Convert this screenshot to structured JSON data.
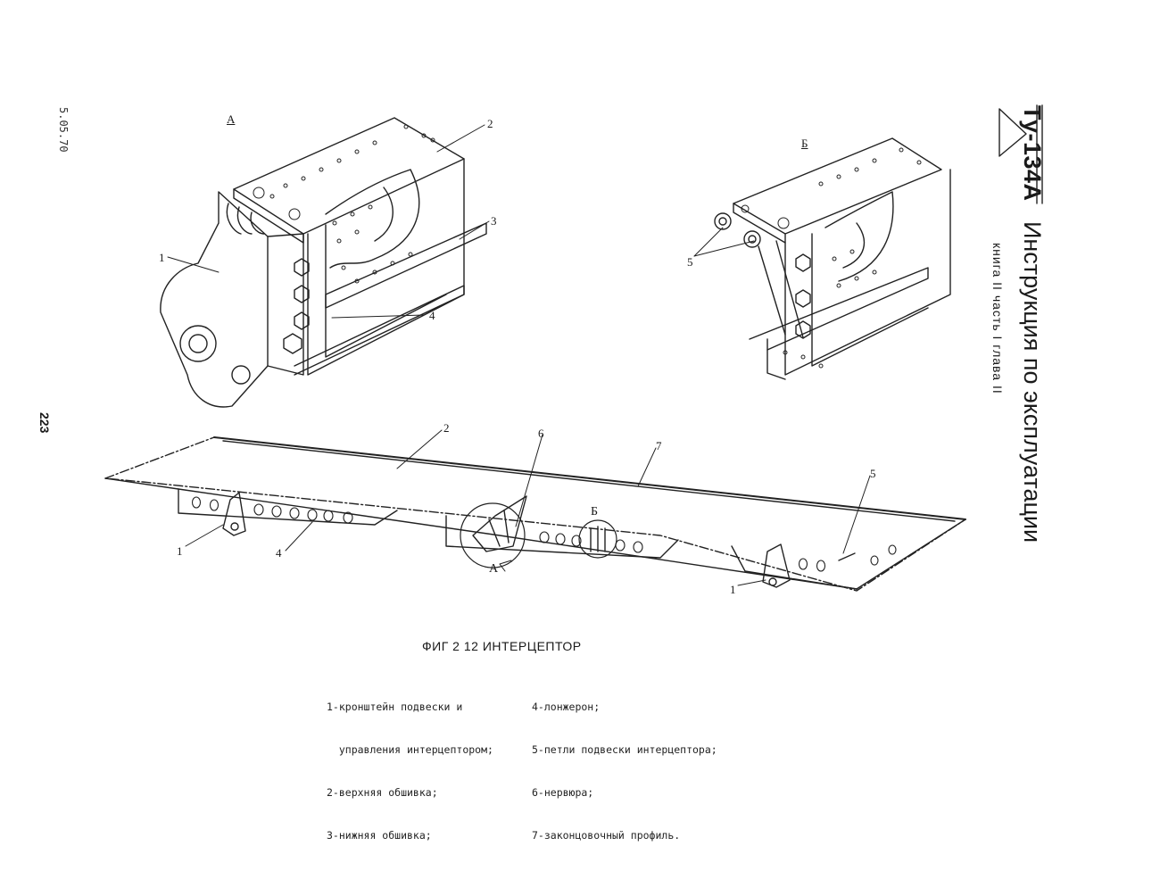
{
  "header": {
    "model": "Ту-134А",
    "title": "Инструкция по эксплуатации",
    "subtitle": "книга II часть I глава II"
  },
  "margin": {
    "date": "5.05.70",
    "page_number": "223"
  },
  "view_labels": {
    "view_a": "А",
    "view_b": "Б"
  },
  "callouts": [
    "1",
    "2",
    "3",
    "4",
    "5",
    "6",
    "7"
  ],
  "figure": {
    "caption": "ФИГ 2 12   ИНТЕРЦЕПТОР"
  },
  "legend": {
    "left": [
      "1-кронштейн подвески и",
      "  управления интерцептором;",
      "2-верхняя обшивка;",
      "3-нижняя обшивка;"
    ],
    "right": [
      "4-лонжерон;",
      "5-петли подвески интерцептора;",
      "6-нервюра;",
      "7-законцовочный профиль."
    ]
  }
}
